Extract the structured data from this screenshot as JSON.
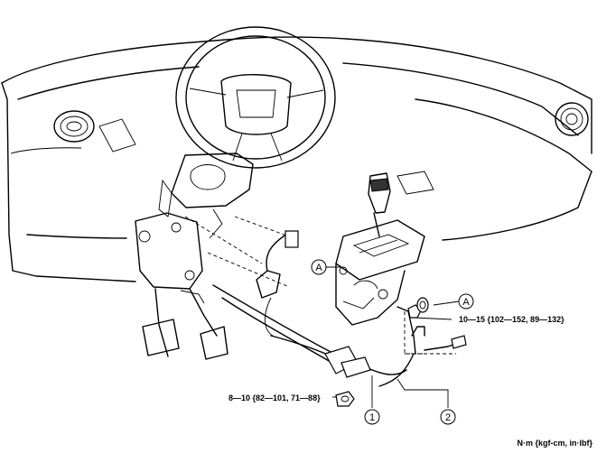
{
  "callouts": {
    "ref_a_left": "A",
    "ref_a_right": "A",
    "part_1": "1",
    "part_2": "2"
  },
  "torque_specs": {
    "upper": "10—15 {102—152, 89—132}",
    "lower": "8—10 {82—101, 71—88}"
  },
  "unit_note": "N·m {kgf-cm, in·lbf}"
}
